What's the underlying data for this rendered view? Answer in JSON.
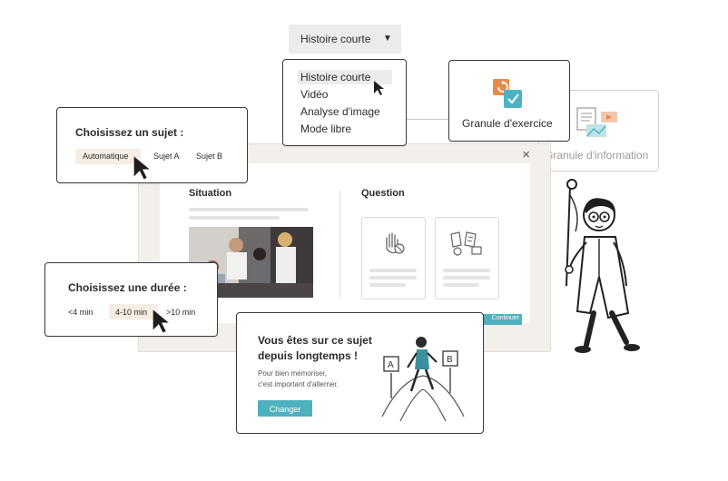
{
  "format_selector": {
    "label": "Histoire courte",
    "arrow": "▼"
  },
  "format_menu": {
    "items": [
      "Histoire courte",
      "Vidéo",
      "Analyse d'image",
      "Mode libre"
    ],
    "selected": 0
  },
  "granule_exercice": {
    "label": "Granule d'exercice",
    "accent_orange": "#e98a4a",
    "accent_teal": "#4db3c2"
  },
  "granule_information": {
    "label": "Granule d'information"
  },
  "subject_panel": {
    "title": "Choisissez un sujet :",
    "options": [
      "Automatique",
      "Sujet A",
      "Sujet B"
    ],
    "selected": 0
  },
  "background_window": {
    "close": "×",
    "situation_title": "Situation",
    "question_title": "Question",
    "continue_label": "Continuer"
  },
  "duration_panel": {
    "title": "Choisissez une durée :",
    "options": [
      "<4 min",
      "4-10 min",
      ">10 min"
    ],
    "selected": 1
  },
  "alert_card": {
    "title_line1": "Vous êtes sur ce sujet",
    "title_line2": "depuis longtemps !",
    "body_line1": "Pour bien mémoriser,",
    "body_line2": "c'est important d'alterner.",
    "button": "Changer",
    "sign_a": "A",
    "sign_b": "B"
  },
  "colors": {
    "accent": "#4fb1be",
    "highlight": "#f6ede4",
    "border": "#3a3a3a"
  }
}
